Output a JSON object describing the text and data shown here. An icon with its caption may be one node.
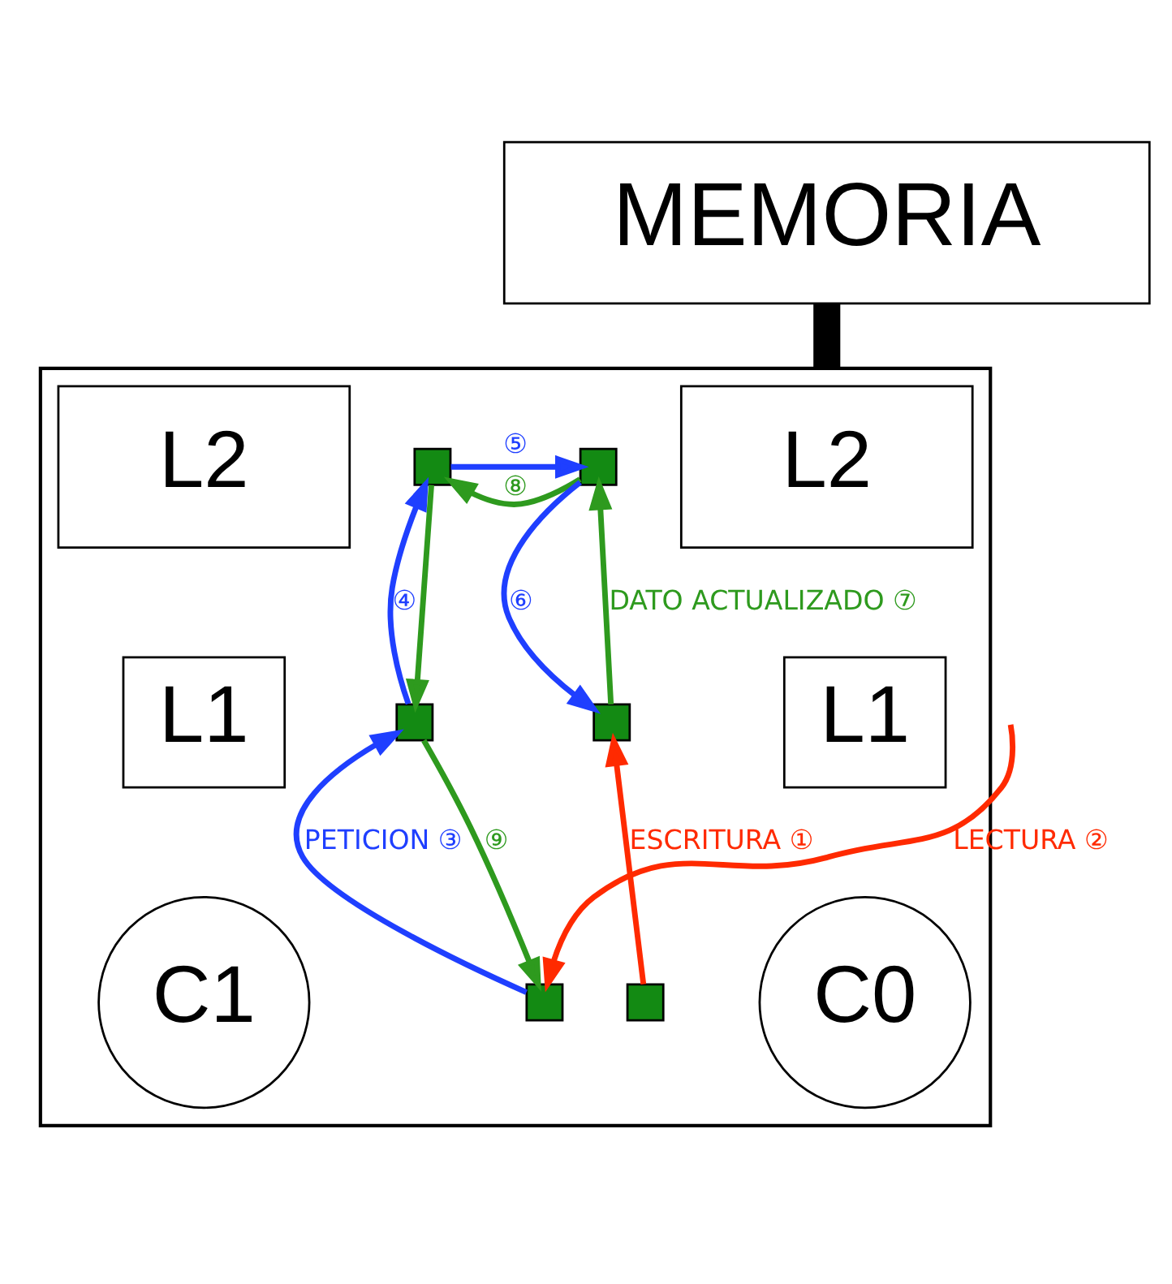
{
  "diagram": {
    "nodes": [
      {
        "text": [
          "MEMORIA"
        ]
      },
      {
        "text": [],
        "shape": "box"
      },
      {
        "text": [
          "L2"
        ],
        "in": 1
      },
      {
        "text": [
          "L2"
        ],
        "in": 1
      },
      {
        "text": [
          "L1"
        ],
        "in": 1
      },
      {
        "text": [
          "L1"
        ],
        "in": 1
      },
      {
        "text": [
          "C0"
        ],
        "in": 1
      },
      {
        "text": [
          "C1"
        ],
        "in": 1
      },
      {
        "text": [],
        "shape": "box",
        "in": 1
      },
      {
        "text": [],
        "shape": "box",
        "in": 1
      },
      {
        "text": [],
        "shape": "box",
        "in": 1
      },
      {
        "text": [],
        "shape": "box",
        "in": 1
      },
      {
        "text": [],
        "shape": "box",
        "in": 1
      },
      {
        "text": [],
        "shape": "box",
        "in": 1
      }
    ],
    "edges": [
      {
        "from": 0,
        "to": 1,
        "arrow": "none",
        "style": "thick",
        "color": "#000000"
      },
      {
        "from": 12,
        "to": 10,
        "arrow": "to",
        "label": "ESCRITURA ①",
        "color": "#ff2a00"
      },
      {
        "from": null,
        "to": 13,
        "arrow": "to",
        "label": "LECTURA ②",
        "color": "#ff2a00"
      },
      {
        "from": 13,
        "to": 11,
        "arrow": "to",
        "label": "PETICION ③",
        "color": "#1f3fff"
      },
      {
        "from": 11,
        "to": 9,
        "arrow": "to",
        "label": "④",
        "color": "#1f3fff"
      },
      {
        "from": 9,
        "to": 8,
        "arrow": "to",
        "label": "⑤",
        "color": "#1f3fff"
      },
      {
        "from": 8,
        "to": 10,
        "arrow": "to",
        "label": "⑥",
        "color": "#1f3fff"
      },
      {
        "from": 10,
        "to": 8,
        "arrow": "to",
        "label": "DATO ACTUALIZADO ⑦",
        "color": "#2e9a1e"
      },
      {
        "from": 8,
        "to": 9,
        "arrow": "to",
        "label": "⑧",
        "color": "#2e9a1e"
      },
      {
        "from": 9,
        "to": 11,
        "arrow": "to",
        "color": "#2e9a1e"
      },
      {
        "from": 11,
        "to": 13,
        "arrow": "to",
        "label": "⑨",
        "color": "#2e9a1e"
      }
    ]
  }
}
